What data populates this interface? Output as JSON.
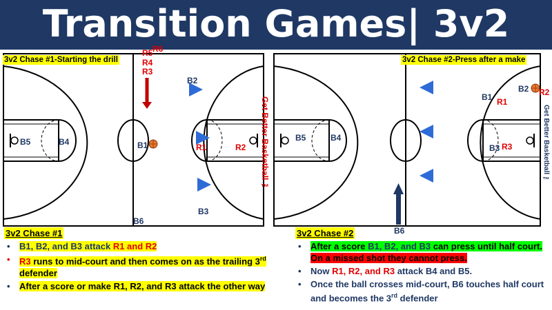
{
  "title": "Transition Games| 3v2 Chase",
  "left_court": {
    "title": "3v2 Chase #1-Starting the drill",
    "brand": "Get Better Basketball ™",
    "players": {
      "b5": "B5",
      "b4": "B4",
      "b1": "B1",
      "b2": "B2",
      "b3": "B3",
      "b6": "B6",
      "r1": "R1",
      "r2": "R2",
      "r3": "R3",
      "r4": "R4",
      "r5": "R5",
      "r6": "R6"
    }
  },
  "right_court": {
    "title": "3v2 Chase #2-Press after a make",
    "brand": "Get Better Basketball ™",
    "players": {
      "b5": "B5",
      "b4": "B4",
      "b1": "B1",
      "b2": "B2",
      "b3": "B3",
      "b6": "B6",
      "r1": "R1",
      "r2": "R2",
      "r3": "R3"
    }
  },
  "notes_left": {
    "heading": "3v2 Chase #1",
    "b1": {
      "a": "B1, B2, and B3 attack ",
      "b": "R1 and R2"
    },
    "b2": {
      "a": "R3",
      "b": " runs to mid-court and then comes on as the trailing 3",
      "sup": "rd",
      "c": " defender"
    },
    "b3": {
      "a": "After a score or make R1, R2, and R3 attack the other way"
    }
  },
  "notes_right": {
    "heading": "3v2 Chase #2",
    "b1": {
      "a": "After a score ",
      "b": "B1, B2, and B3",
      "c": " can press until half court.",
      "d": " On a missed shot they cannot press."
    },
    "b2": {
      "a": "Now ",
      "b": "R1, R2, and R3",
      "c": " attack B4 and B5."
    },
    "b3": {
      "a": "Once the ball crosses mid-court, B6 touches half court and becomes the 3",
      "sup": "rd",
      "c": " defender"
    }
  },
  "colors": {
    "banner": "#1f3864",
    "blue_team": "#1f3864",
    "red_team": "#e00000",
    "highlight_yellow": "#ffff00",
    "highlight_green": "#00ff00",
    "highlight_red": "#ff0000",
    "ball": "#e8772e"
  }
}
